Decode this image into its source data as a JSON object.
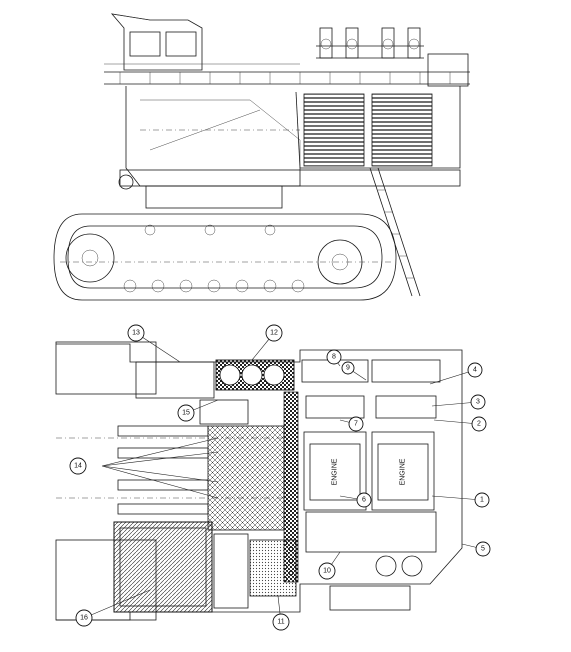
{
  "callouts": [
    {
      "id": "c1",
      "label": "1"
    },
    {
      "id": "c2",
      "label": "2"
    },
    {
      "id": "c3",
      "label": "3"
    },
    {
      "id": "c4",
      "label": "4"
    },
    {
      "id": "c5",
      "label": "5"
    },
    {
      "id": "c6",
      "label": "6"
    },
    {
      "id": "c7",
      "label": "7"
    },
    {
      "id": "c8",
      "label": "8"
    },
    {
      "id": "c9",
      "label": "9"
    },
    {
      "id": "c10",
      "label": "10"
    },
    {
      "id": "c11",
      "label": "11"
    },
    {
      "id": "c12",
      "label": "12"
    },
    {
      "id": "c13",
      "label": "13"
    },
    {
      "id": "c14",
      "label": "14"
    },
    {
      "id": "c15",
      "label": "15"
    },
    {
      "id": "c16",
      "label": "16"
    }
  ],
  "engine_labels": [
    "ENGINE",
    "ENGINE"
  ]
}
